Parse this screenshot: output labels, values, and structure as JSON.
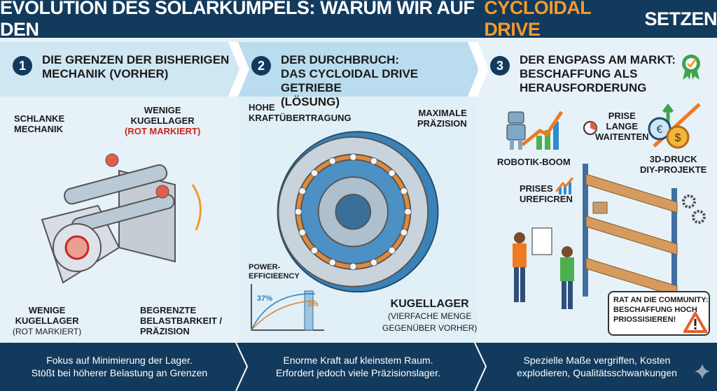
{
  "title": {
    "pre": "EVOLUTION DES SOLARKUMPELS: WARUM WIR AUF DEN",
    "highlight": "CYCLOIDAL DRIVE",
    "post": "SETZEN"
  },
  "colors": {
    "navy": "#123a5c",
    "accent": "#f39a2b",
    "red": "#c7271f"
  },
  "panels": [
    {
      "number": "1",
      "heading": "DIE GRENZEN DER BISHERIGEN\nMECHANIK (VORHER)",
      "labels": {
        "slim": "SCHLANKE\nMECHANIK",
        "few_top": "WENIGE\nKUGELLAGER",
        "few_top_red": "(ROT MARKIERT)",
        "few_bottom": "WENIGE\nKUGELLAGER",
        "few_bottom_note": "(ROT MARKIERT)",
        "limited": "BEGRENZTE\nBELASTBARKEIT /\nPRÄZISION"
      },
      "footer": "Fokus auf Minimierung der Lager.\nStößt bei höherer Belastung an Grenzen"
    },
    {
      "number": "2",
      "heading": "DER DURCHBRUCH:\nDAS CYCLOIDAL DRIVE GETRIEBE\n(LÖSUNG)",
      "labels": {
        "force": "HOHE\nKRAFTÜBERTRAGUNG",
        "precision": "MAXIMALE\nPRÄZISION",
        "power": "POWER-\nEFFICIEENCY",
        "pct_high": "37%",
        "pct_low": "3%",
        "bearings": "KUGELLAGER",
        "bearings_note": "(VIERFACHE MENGE\nGEGENÜBER VORHER)"
      },
      "footer": "Enorme Kraft auf kleinstem Raum.\nErfordert jedoch viele Präzisionslager."
    },
    {
      "number": "3",
      "heading": "DER ENGPASS AM MARKT:\nBESCHAFFUNG ALS\nHERAUSFORDERUNG",
      "labels": {
        "robotics": "ROBOTIK-BOOM",
        "wait": "PRISE\nLANGE\nWAITENTEN",
        "print": "3D-DRUCK\nDIY-PROJEKTE",
        "prices": "PRISES\nUREFICREN",
        "advice": "RAT AN DIE COMMUNITY:\nBESCHAFFUNG HOCH\nPRIOSSISIEREN!",
        "euro": "€",
        "dollar": "$"
      },
      "footer": "Spezielle Maße vergriffen, Kosten\nexplodieren, Qualitätsschwankungen"
    }
  ]
}
